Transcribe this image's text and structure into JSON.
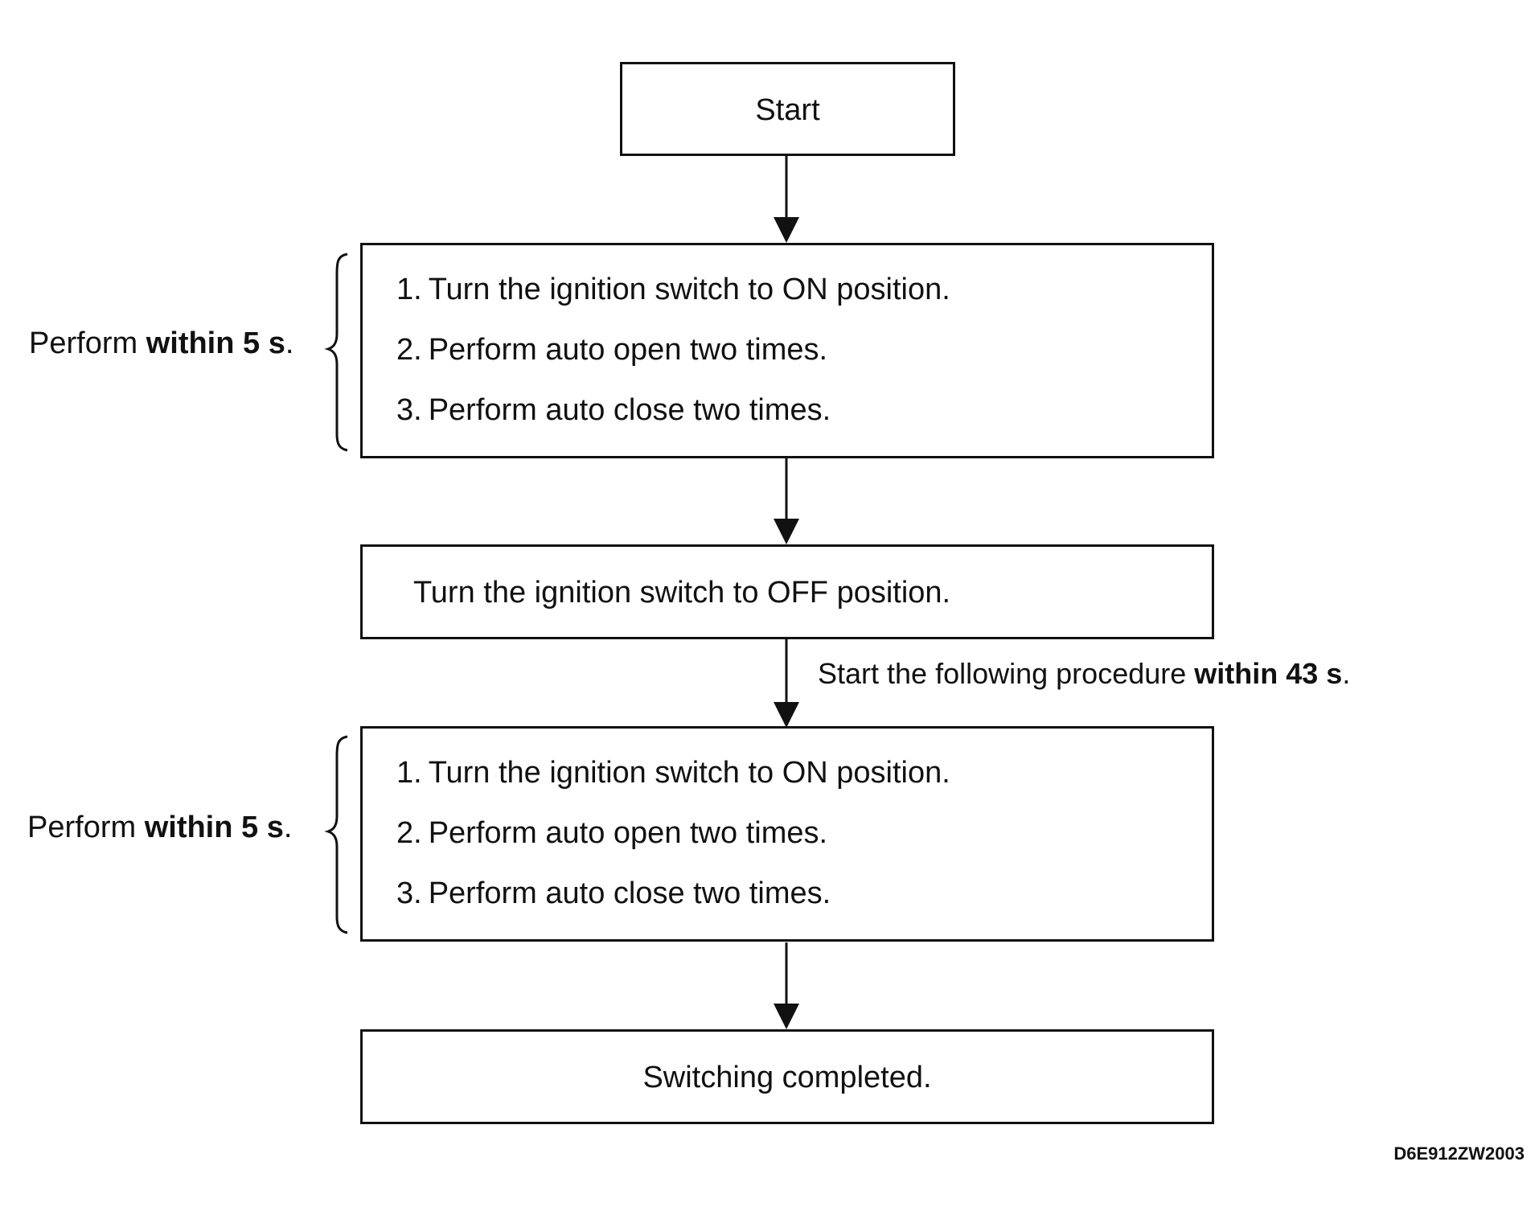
{
  "start": "Start",
  "block1": {
    "steps": [
      {
        "num": "1.",
        "text": "Turn the ignition switch to ON position."
      },
      {
        "num": "2.",
        "text": "Perform auto open two times."
      },
      {
        "num": "3.",
        "text": "Perform auto close two times."
      }
    ],
    "side_prefix": "Perform ",
    "side_bold": "within 5 s",
    "side_suffix": "."
  },
  "off_step": "Turn the ignition switch to OFF position.",
  "arrow_note": {
    "prefix": "Start the following procedure ",
    "bold": "within 43 s",
    "suffix": "."
  },
  "block2": {
    "steps": [
      {
        "num": "1.",
        "text": "Turn the ignition switch to ON position."
      },
      {
        "num": "2.",
        "text": "Perform auto open two times."
      },
      {
        "num": "3.",
        "text": "Perform auto close two times."
      }
    ],
    "side_prefix": "Perform ",
    "side_bold": "within 5 s",
    "side_suffix": "."
  },
  "end": "Switching completed.",
  "figure_code": "D6E912ZW2003"
}
